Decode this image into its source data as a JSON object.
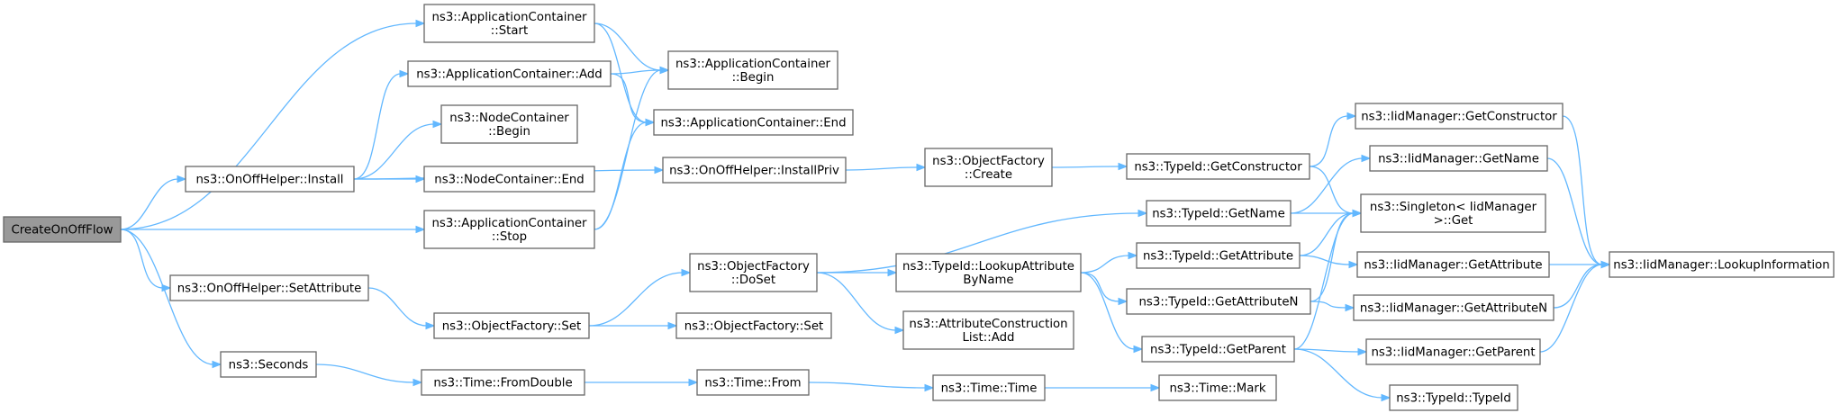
{
  "nodes": [
    {
      "id": "createonoffflow",
      "lines": [
        "CreateOnOffFlow"
      ],
      "root": true
    },
    {
      "id": "appcontainer-start",
      "lines": [
        "ns3::ApplicationContainer",
        "::Start"
      ]
    },
    {
      "id": "appcontainer-add",
      "lines": [
        "ns3::ApplicationContainer::Add"
      ]
    },
    {
      "id": "nodecontainer-begin",
      "lines": [
        "ns3::NodeContainer",
        "::Begin"
      ]
    },
    {
      "id": "onoffhelper-install",
      "lines": [
        "ns3::OnOffHelper::Install"
      ]
    },
    {
      "id": "nodecontainer-end",
      "lines": [
        "ns3::NodeContainer::End"
      ]
    },
    {
      "id": "appcontainer-stop",
      "lines": [
        "ns3::ApplicationContainer",
        "::Stop"
      ]
    },
    {
      "id": "onoffhelper-setattribute",
      "lines": [
        "ns3::OnOffHelper::SetAttribute"
      ]
    },
    {
      "id": "seconds",
      "lines": [
        "ns3::Seconds"
      ]
    },
    {
      "id": "appcontainer-begin",
      "lines": [
        "ns3::ApplicationContainer",
        "::Begin"
      ]
    },
    {
      "id": "appcontainer-end",
      "lines": [
        "ns3::ApplicationContainer::End"
      ]
    },
    {
      "id": "onoffhelper-installpriv",
      "lines": [
        "ns3::OnOffHelper::InstallPriv"
      ]
    },
    {
      "id": "objectfactory-doset",
      "lines": [
        "ns3::ObjectFactory",
        "::DoSet"
      ]
    },
    {
      "id": "objectfactory-set1",
      "lines": [
        "ns3::ObjectFactory::Set"
      ]
    },
    {
      "id": "objectfactory-set2",
      "lines": [
        "ns3::ObjectFactory::Set"
      ]
    },
    {
      "id": "time-fromdouble",
      "lines": [
        "ns3::Time::FromDouble"
      ]
    },
    {
      "id": "time-from",
      "lines": [
        "ns3::Time::From"
      ]
    },
    {
      "id": "objectfactory-create",
      "lines": [
        "ns3::ObjectFactory",
        "::Create"
      ]
    },
    {
      "id": "typeid-lookupattributebyname",
      "lines": [
        "ns3::TypeId::LookupAttribute",
        "ByName"
      ]
    },
    {
      "id": "attributeconstructionlist-add",
      "lines": [
        "ns3::AttributeConstruction",
        "List::Add"
      ]
    },
    {
      "id": "time-time",
      "lines": [
        "ns3::Time::Time"
      ]
    },
    {
      "id": "typeid-getconstructor",
      "lines": [
        "ns3::TypeId::GetConstructor"
      ]
    },
    {
      "id": "typeid-getname",
      "lines": [
        "ns3::TypeId::GetName"
      ]
    },
    {
      "id": "typeid-getattribute",
      "lines": [
        "ns3::TypeId::GetAttribute"
      ]
    },
    {
      "id": "typeid-getattributen",
      "lines": [
        "ns3::TypeId::GetAttributeN"
      ]
    },
    {
      "id": "typeid-getparent",
      "lines": [
        "ns3::TypeId::GetParent"
      ]
    },
    {
      "id": "time-mark",
      "lines": [
        "ns3::Time::Mark"
      ]
    },
    {
      "id": "iidmanager-getconstructor",
      "lines": [
        "ns3::IidManager::GetConstructor"
      ]
    },
    {
      "id": "iidmanager-getname",
      "lines": [
        "ns3::IidManager::GetName"
      ]
    },
    {
      "id": "singleton-iidmanager-get",
      "lines": [
        "ns3::Singleton< IidManager",
        ">::Get"
      ]
    },
    {
      "id": "iidmanager-getattribute",
      "lines": [
        "ns3::IidManager::GetAttribute"
      ]
    },
    {
      "id": "iidmanager-getattributen",
      "lines": [
        "ns3::IidManager::GetAttributeN"
      ]
    },
    {
      "id": "iidmanager-getparent",
      "lines": [
        "ns3::IidManager::GetParent"
      ]
    },
    {
      "id": "typeid-typeid",
      "lines": [
        "ns3::TypeId::TypeId"
      ]
    },
    {
      "id": "iidmanager-lookupinformation",
      "lines": [
        "ns3::IidManager::LookupInformation"
      ]
    }
  ],
  "edges": [
    [
      "createonoffflow",
      "appcontainer-start"
    ],
    [
      "createonoffflow",
      "onoffhelper-install"
    ],
    [
      "createonoffflow",
      "appcontainer-stop"
    ],
    [
      "createonoffflow",
      "onoffhelper-setattribute"
    ],
    [
      "createonoffflow",
      "seconds"
    ],
    [
      "appcontainer-start",
      "appcontainer-begin"
    ],
    [
      "appcontainer-start",
      "appcontainer-end"
    ],
    [
      "appcontainer-add",
      "appcontainer-begin"
    ],
    [
      "appcontainer-add",
      "appcontainer-end"
    ],
    [
      "onoffhelper-install",
      "appcontainer-add"
    ],
    [
      "onoffhelper-install",
      "nodecontainer-begin"
    ],
    [
      "onoffhelper-install",
      "nodecontainer-end"
    ],
    [
      "onoffhelper-install",
      "onoffhelper-installpriv"
    ],
    [
      "appcontainer-stop",
      "appcontainer-begin"
    ],
    [
      "appcontainer-stop",
      "appcontainer-end"
    ],
    [
      "onoffhelper-setattribute",
      "objectfactory-set1"
    ],
    [
      "seconds",
      "time-fromdouble"
    ],
    [
      "onoffhelper-installpriv",
      "objectfactory-create"
    ],
    [
      "objectfactory-set1",
      "objectfactory-doset"
    ],
    [
      "objectfactory-set1",
      "objectfactory-set2"
    ],
    [
      "objectfactory-doset",
      "typeid-getname"
    ],
    [
      "objectfactory-doset",
      "typeid-lookupattributebyname"
    ],
    [
      "objectfactory-doset",
      "attributeconstructionlist-add"
    ],
    [
      "time-fromdouble",
      "time-from"
    ],
    [
      "time-from",
      "time-time"
    ],
    [
      "time-time",
      "time-mark"
    ],
    [
      "objectfactory-create",
      "typeid-getconstructor"
    ],
    [
      "typeid-getconstructor",
      "iidmanager-getconstructor"
    ],
    [
      "typeid-getconstructor",
      "singleton-iidmanager-get"
    ],
    [
      "typeid-lookupattributebyname",
      "typeid-getattribute"
    ],
    [
      "typeid-lookupattributebyname",
      "typeid-getattributen"
    ],
    [
      "typeid-lookupattributebyname",
      "typeid-getparent"
    ],
    [
      "typeid-getname",
      "iidmanager-getname"
    ],
    [
      "typeid-getname",
      "singleton-iidmanager-get"
    ],
    [
      "typeid-getattribute",
      "singleton-iidmanager-get"
    ],
    [
      "typeid-getattribute",
      "iidmanager-getattribute"
    ],
    [
      "typeid-getattributen",
      "singleton-iidmanager-get"
    ],
    [
      "typeid-getattributen",
      "iidmanager-getattributen"
    ],
    [
      "typeid-getparent",
      "singleton-iidmanager-get"
    ],
    [
      "typeid-getparent",
      "iidmanager-getparent"
    ],
    [
      "typeid-getparent",
      "typeid-typeid"
    ],
    [
      "iidmanager-getconstructor",
      "iidmanager-lookupinformation"
    ],
    [
      "iidmanager-getname",
      "iidmanager-lookupinformation"
    ],
    [
      "iidmanager-getattribute",
      "iidmanager-lookupinformation"
    ],
    [
      "iidmanager-getattributen",
      "iidmanager-lookupinformation"
    ],
    [
      "iidmanager-getparent",
      "iidmanager-lookupinformation"
    ]
  ]
}
